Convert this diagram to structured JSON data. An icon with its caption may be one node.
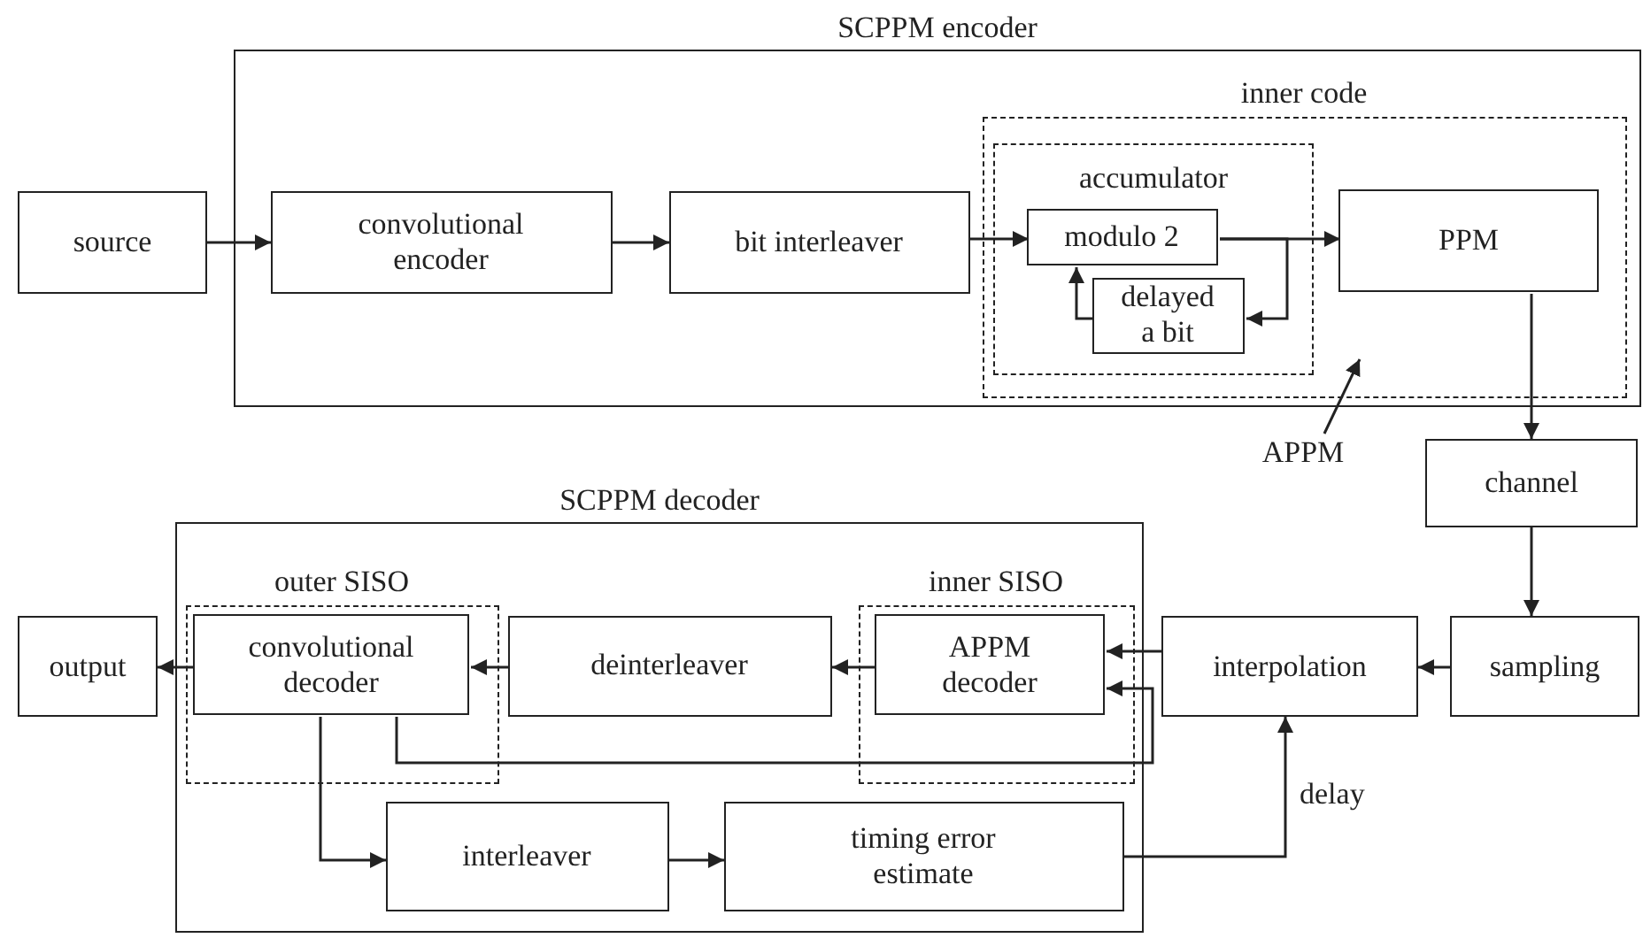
{
  "diagram": {
    "nodes": [
      {
        "text": [
          "source"
        ]
      },
      {
        "text": [
          "SCPPM encoder"
        ]
      },
      {
        "text": [
          "convolutional encoder"
        ],
        "in": 1
      },
      {
        "text": [
          "bit interleaver"
        ],
        "in": 1
      },
      {
        "text": [
          "inner code"
        ],
        "in": 1
      },
      {
        "text": [
          "accumulator"
        ],
        "in": 4
      },
      {
        "text": [
          "modulo 2"
        ],
        "in": 5
      },
      {
        "text": [
          "delayed a bit"
        ],
        "in": 5
      },
      {
        "text": [
          "PPM"
        ],
        "in": 4
      },
      {
        "text": [
          "APPM"
        ]
      },
      {
        "text": [
          "channel"
        ]
      },
      {
        "text": [
          "sampling"
        ]
      },
      {
        "text": [
          "interpolation"
        ]
      },
      {
        "text": [
          "SCPPM decoder"
        ]
      },
      {
        "text": [
          "outer SISO"
        ],
        "in": 13
      },
      {
        "text": [
          "convolutional decoder"
        ],
        "in": 14
      },
      {
        "text": [
          "deinterleaver"
        ],
        "in": 13
      },
      {
        "text": [
          "inner SISO"
        ],
        "in": 13
      },
      {
        "text": [
          "APPM decoder"
        ],
        "in": 17
      },
      {
        "text": [
          "interleaver"
        ],
        "in": 13
      },
      {
        "text": [
          "timing error estimate"
        ],
        "in": 13
      },
      {
        "text": [
          "output"
        ]
      }
    ],
    "edges": [
      {
        "from": 0,
        "to": 2,
        "arrow": "to"
      },
      {
        "from": 2,
        "to": 3,
        "arrow": "to"
      },
      {
        "from": 3,
        "to": 6,
        "arrow": "to"
      },
      {
        "from": 6,
        "to": 8,
        "arrow": "to"
      },
      {
        "from": 6,
        "to": 7,
        "arrow": "to"
      },
      {
        "from": 7,
        "to": 6,
        "arrow": "to"
      },
      {
        "from": 9,
        "to": 4,
        "arrow": "to"
      },
      {
        "from": 8,
        "to": 10,
        "arrow": "to"
      },
      {
        "from": 10,
        "to": 11,
        "arrow": "to"
      },
      {
        "from": 11,
        "to": 12,
        "arrow": "to"
      },
      {
        "from": 12,
        "to": 18,
        "arrow": "to"
      },
      {
        "from": 15,
        "to": 18,
        "arrow": "to"
      },
      {
        "from": 18,
        "to": 16,
        "arrow": "to"
      },
      {
        "from": 16,
        "to": 15,
        "arrow": "to"
      },
      {
        "from": 15,
        "to": 21,
        "arrow": "to"
      },
      {
        "from": 15,
        "to": 19,
        "arrow": "to"
      },
      {
        "from": 19,
        "to": 20,
        "arrow": "to"
      },
      {
        "from": 20,
        "to": 12,
        "label": "delay",
        "arrow": "to"
      }
    ]
  }
}
